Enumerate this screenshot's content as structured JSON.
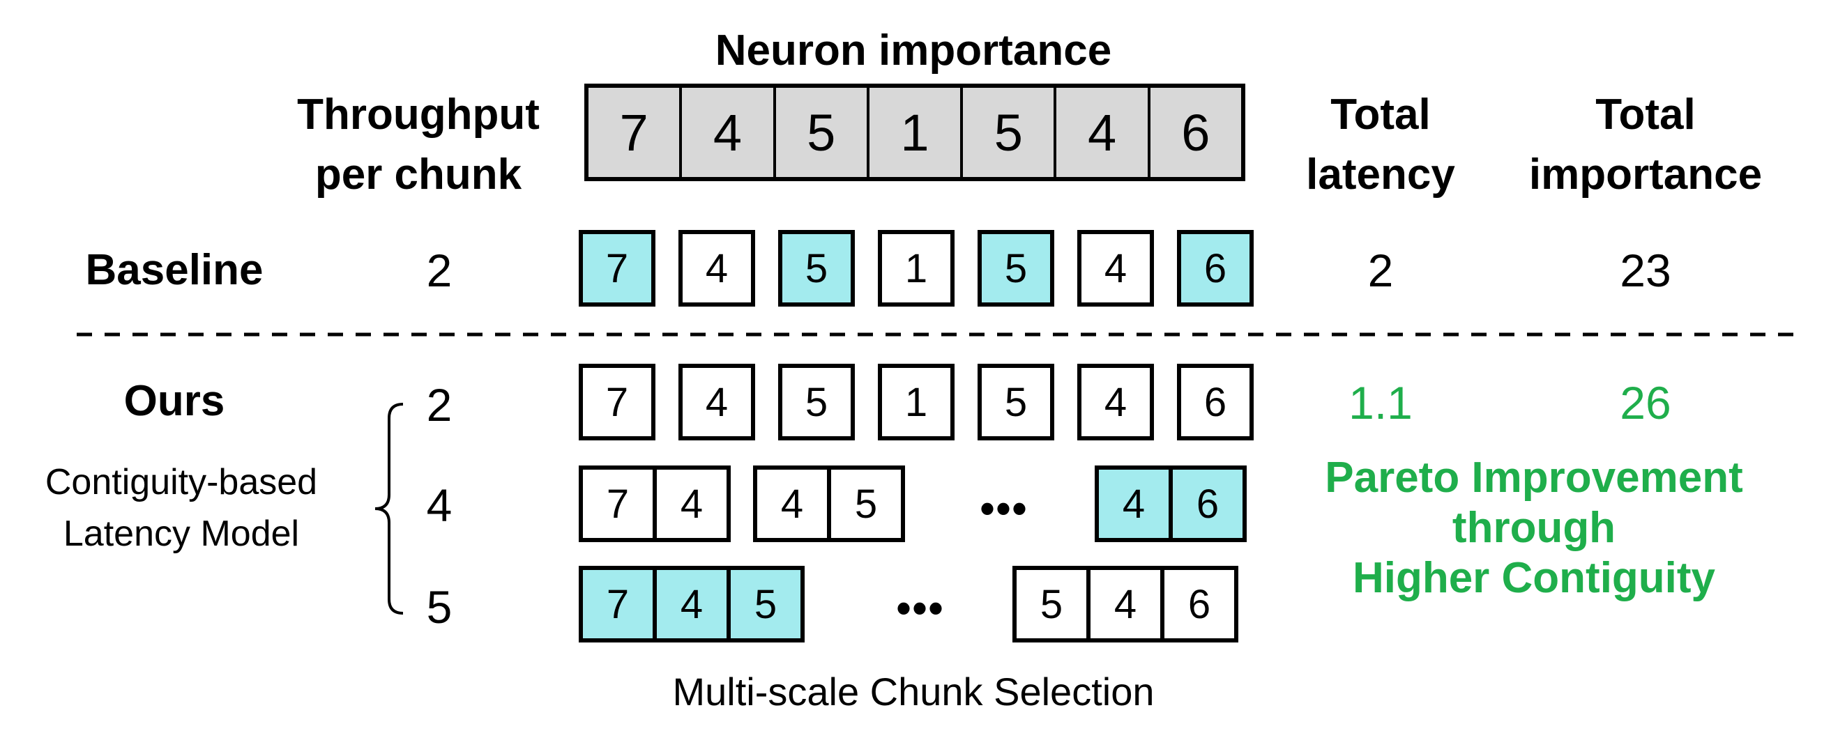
{
  "headers": {
    "neuron_importance": "Neuron importance",
    "throughput_line1": "Throughput",
    "throughput_line2": "per chunk",
    "latency_line1": "Total",
    "latency_line2": "latency",
    "importance_line1": "Total",
    "importance_line2": "importance"
  },
  "importance": [
    "7",
    "4",
    "5",
    "1",
    "5",
    "4",
    "6"
  ],
  "baseline": {
    "label": "Baseline",
    "throughput": "2",
    "cells": [
      "7",
      "4",
      "5",
      "1",
      "5",
      "4",
      "6"
    ],
    "latency": "2",
    "total_importance": "23"
  },
  "ours": {
    "label": "Ours",
    "model_line1": "Contiguity-based",
    "model_line2": "Latency Model",
    "rows": [
      {
        "throughput": "2",
        "cells": [
          "7",
          "4",
          "5",
          "1",
          "5",
          "4",
          "6"
        ]
      },
      {
        "throughput": "4",
        "pairs": [
          [
            "7",
            "4"
          ],
          [
            "4",
            "5"
          ],
          [
            "4",
            "6"
          ]
        ]
      },
      {
        "throughput": "5",
        "triples": [
          [
            "7",
            "4",
            "5"
          ],
          [
            "5",
            "4",
            "6"
          ]
        ]
      }
    ],
    "ellipsis": "•••",
    "latency": "1.1",
    "total_importance": "26",
    "pareto_line1": "Pareto Improvement",
    "pareto_line2": "through",
    "pareto_line3": "Higher Contiguity"
  },
  "caption": "Multi-scale Chunk Selection",
  "colors": {
    "highlight": "#a3ebee",
    "top_fill": "#d8d8d8",
    "green": "#1fae4b"
  }
}
